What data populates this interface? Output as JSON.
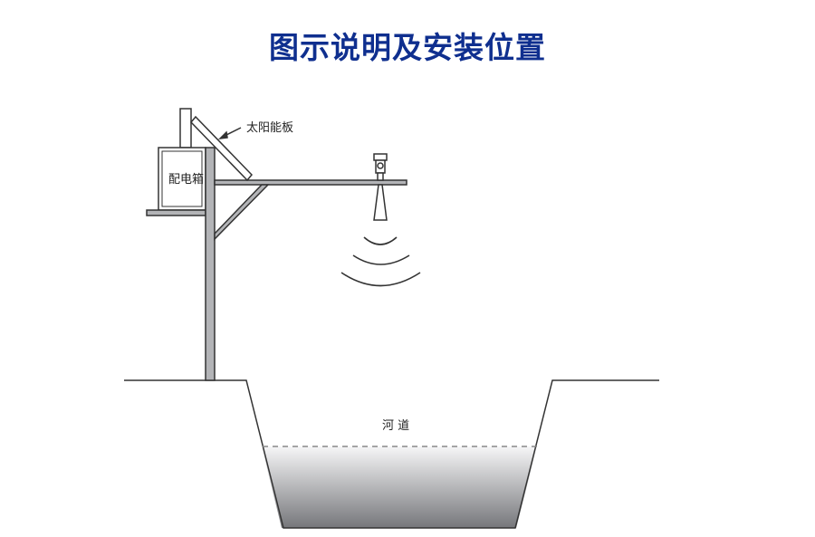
{
  "title": "图示说明及安装位置",
  "labels": {
    "solar_panel": "太阳能板",
    "distribution_box": "配电箱",
    "river": "河 道"
  },
  "colors": {
    "title": "#0f2f8f",
    "pole": "#b3b4b7",
    "water_top": "#f4f4f5",
    "water_bottom": "#76777b"
  }
}
